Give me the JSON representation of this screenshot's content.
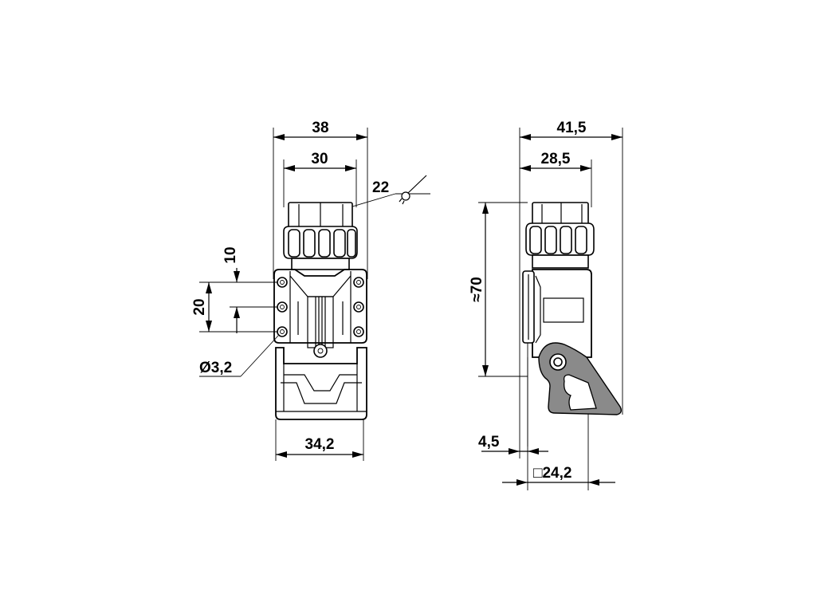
{
  "front_view": {
    "dim_overall_width": "38",
    "dim_inner_width": "30",
    "dim_wrench_size": "22",
    "dim_hole_pitch": "10",
    "dim_hole_span": "20",
    "dim_hole_diameter": "Ø3,2",
    "dim_base_width": "34,2"
  },
  "side_view": {
    "dim_overall_depth": "41,5",
    "dim_inner_depth": "28,5",
    "dim_height": "≈70",
    "dim_flange_offset": "4,5",
    "dim_square_opening": "□24,2"
  },
  "colors": {
    "line": "#000000",
    "fill_grey": "#8a8a8a",
    "background": "#ffffff"
  }
}
